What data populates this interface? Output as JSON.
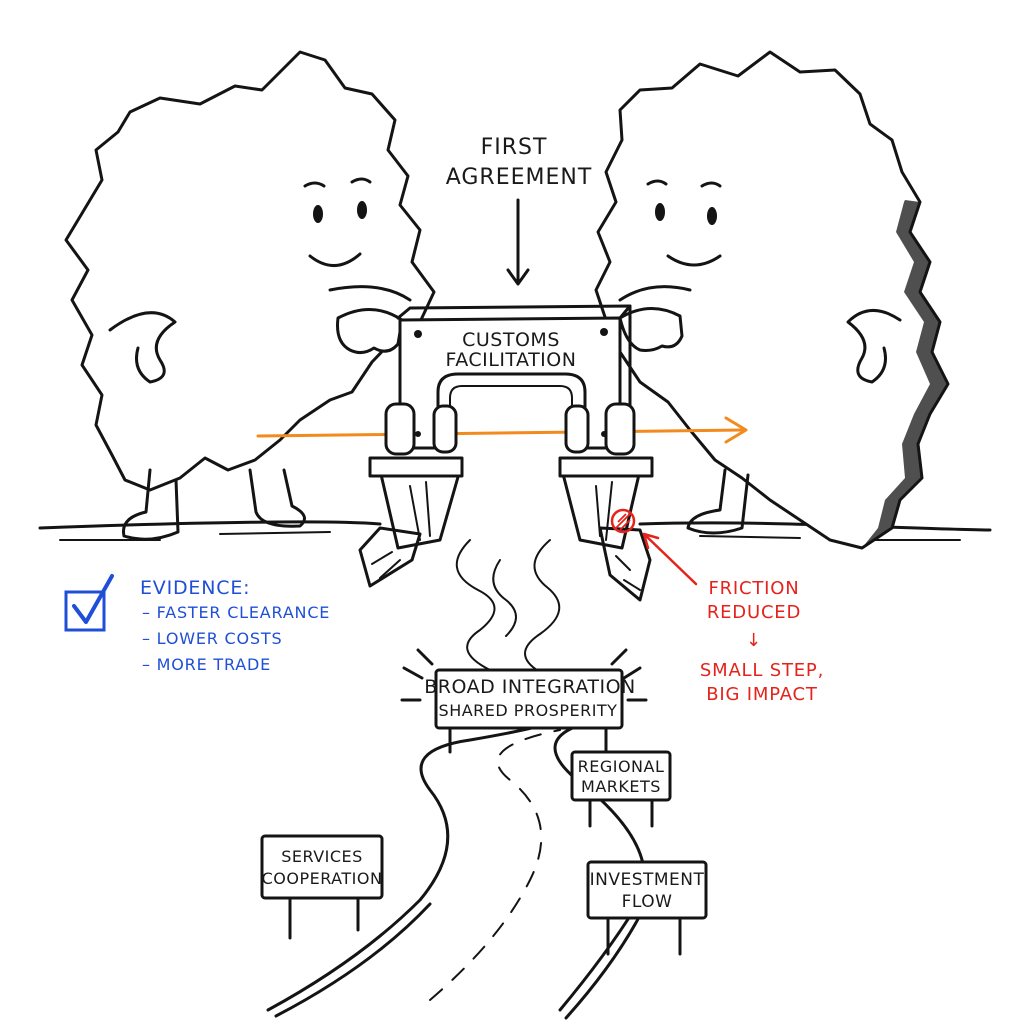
{
  "labels": {
    "first_agreement_line1": "FIRST",
    "first_agreement_line2": "AGREEMENT",
    "bridge_line1": "CUSTOMS",
    "bridge_line2": "FACILITATION"
  },
  "evidence": {
    "title": "EVIDENCE:",
    "items": [
      "– FASTER CLEARANCE",
      "– LOWER COSTS",
      "– MORE TRADE"
    ]
  },
  "friction": {
    "line1": "FRICTION",
    "line2": "REDUCED",
    "arrow": "↓",
    "line3": "SMALL STEP,",
    "line4": "BIG IMPACT"
  },
  "signs": {
    "goal_line1": "BROAD INTEGRATION",
    "goal_line2": "SHARED PROSPERITY",
    "regional_line1": "REGIONAL",
    "regional_line2": "MARKETS",
    "services_line1": "SERVICES",
    "services_line2": "COOPERATION",
    "investment_line1": "INVESTMENT",
    "investment_line2": "FLOW"
  },
  "colors": {
    "ink": "#141414",
    "trade_arrow": "#f28a1e",
    "evidence_blue": "#1f4fd6",
    "friction_red": "#e5231b"
  },
  "icons": [
    "checkbox-check-icon",
    "trade-flow-arrow-icon",
    "friction-marker-icon"
  ]
}
